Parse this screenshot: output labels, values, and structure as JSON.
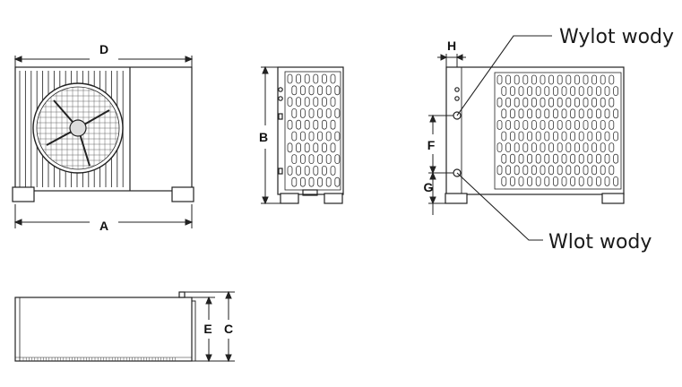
{
  "dimensions": {
    "A": "A",
    "B": "B",
    "C": "C",
    "D": "D",
    "E": "E",
    "F": "F",
    "G": "G",
    "H": "H"
  },
  "callouts": {
    "outlet": "Wylot wody",
    "inlet": "Wlot wody"
  },
  "colors": {
    "line": "#222222",
    "panel": "#eeeeee"
  }
}
